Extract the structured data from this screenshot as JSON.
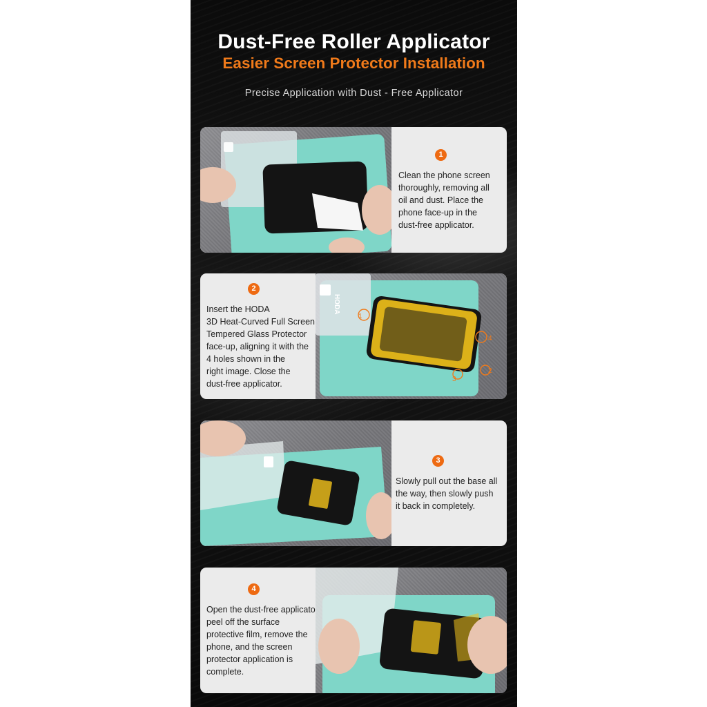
{
  "header": {
    "title": "Dust-Free Roller Applicator",
    "subtitle": "Easier Screen Protector Installation",
    "tagline": "Precise Application with Dust - Free Applicator"
  },
  "colors": {
    "accent": "#ee6a12",
    "applicator": "#7fd6c8",
    "card_bg": "#ebebeb"
  },
  "steps": [
    {
      "number": "1",
      "text": "Clean the phone screen\nthoroughly, removing all\noil and dust. Place the\nphone face-up in the\ndust-free applicator."
    },
    {
      "number": "2",
      "text": "Insert the HODA\n3D Heat-Curved Full Screen\nTempered Glass Protector\nface-up, aligning it with the\n4 holes shown in the\nright image. Close the\ndust-free applicator."
    },
    {
      "number": "3",
      "text": "Slowly pull out the base all\nthe way, then slowly push\nit back in completely."
    },
    {
      "number": "4",
      "text": "Open the dust-free applicator,\npeel off the surface\nprotective film, remove the\nphone, and the screen\nprotector application is\ncomplete."
    }
  ],
  "photo_labels": {
    "brand": "HODA",
    "hole_1": "1",
    "hole_2": "2",
    "hole_3": "3",
    "hole_4": "4"
  }
}
